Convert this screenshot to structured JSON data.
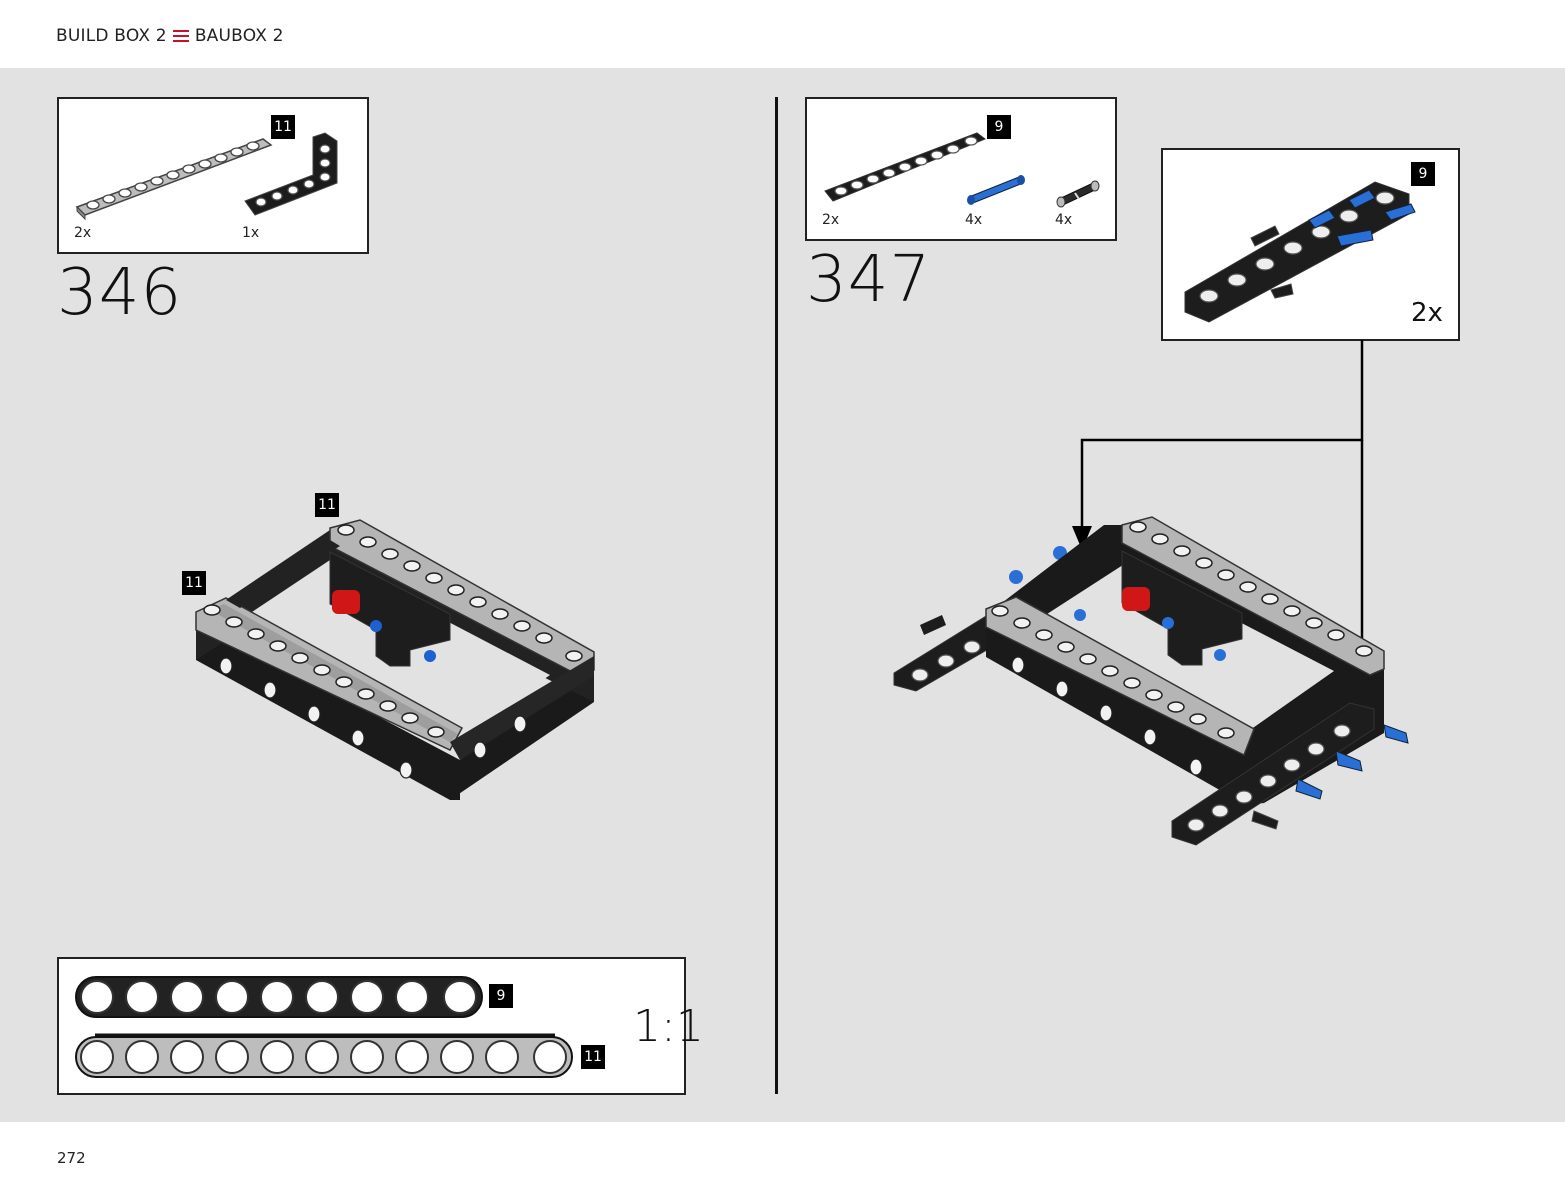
{
  "header": {
    "left_label": "BUILD BOX 2",
    "separator_icon": "menu-icon",
    "right_label": "BAUBOX 2",
    "accent_color": "#c8102e"
  },
  "page_number": "272",
  "steps": [
    {
      "number": "346",
      "parts": [
        {
          "name": "light-gray-beam-11",
          "qty": "2x",
          "length_badge": "11"
        },
        {
          "name": "black-l-beam",
          "qty": "1x"
        }
      ],
      "model_badges": [
        "11",
        "11"
      ]
    },
    {
      "number": "347",
      "parts": [
        {
          "name": "black-beam-9",
          "qty": "2x",
          "length_badge": "9"
        },
        {
          "name": "blue-pin",
          "qty": "4x"
        },
        {
          "name": "black-pin",
          "qty": "4x"
        }
      ],
      "subassembly": {
        "badge": "9",
        "qty": "2x"
      }
    }
  ],
  "scale_box": {
    "scale": "1:1",
    "beams": [
      {
        "holes": 9,
        "badge": "9",
        "color": "black"
      },
      {
        "holes": 11,
        "badge": "11",
        "color": "light-gray"
      }
    ]
  }
}
